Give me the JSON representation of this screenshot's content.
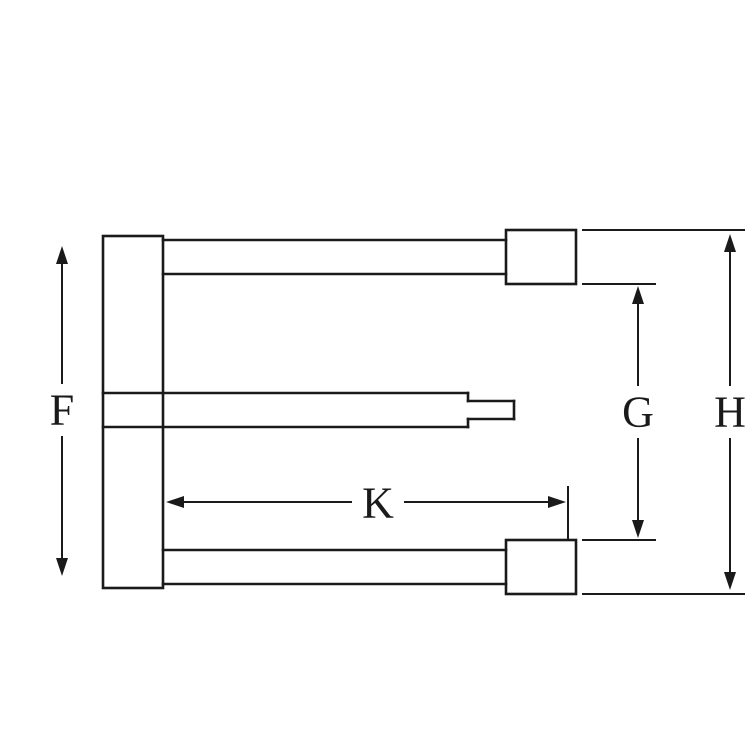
{
  "diagram": {
    "labels": {
      "F": "F",
      "G": "G",
      "H": "H",
      "K": "K"
    },
    "colors": {
      "line": "#1a1a1a",
      "background": "#ffffff"
    }
  }
}
